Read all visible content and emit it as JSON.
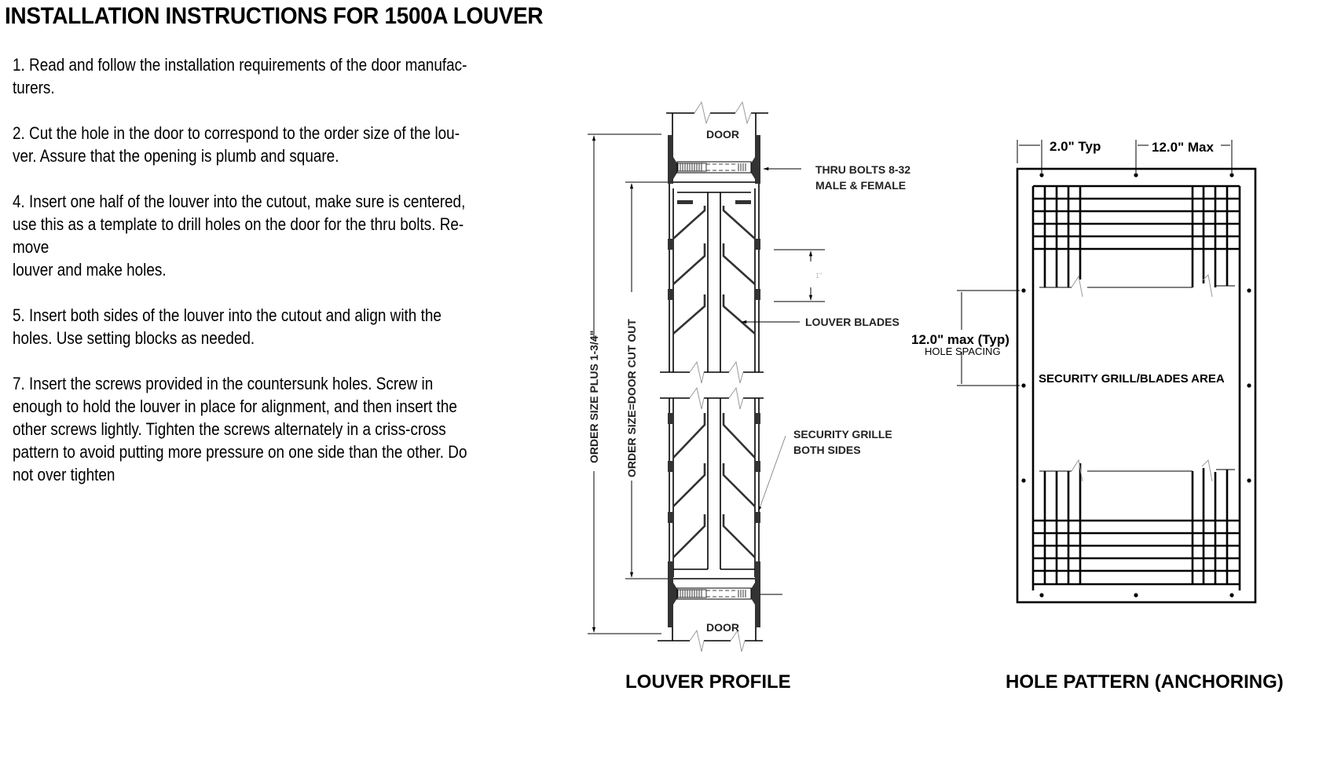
{
  "document": {
    "title": "INSTALLATION INSTRUCTIONS FOR 1500A LOUVER",
    "steps": [
      {
        "text": "1. Read and follow the installation requirements of the door manufac-\nturers."
      },
      {
        "text": "2. Cut the hole in the door to correspond to the order size of the lou-\nver. Assure that the opening is plumb and square."
      },
      {
        "text": "4. Insert one half of the louver into the cutout, make sure is centered,\nuse this as a template to drill holes on the door for the thru bolts. Re-\nmove\nlouver and make holes."
      },
      {
        "text": "5. Insert both sides of the louver into the cutout and align with the\nholes. Use setting blocks as needed."
      },
      {
        "text": "7. Insert the screws provided in the countersunk holes. Screw in\nenough to hold the louver in place for alignment, and then insert the\nother screws lightly. Tighten the screws alternately in a criss-cross\npattern to avoid putting more pressure on one side than the other. Do\nnot over tighten"
      }
    ]
  },
  "louver_profile": {
    "caption": "LOUVER PROFILE",
    "door_top_label": "DOOR",
    "door_bottom_label": "DOOR",
    "thru_bolts_line1": "THRU BOLTS 8-32",
    "thru_bolts_line2": "MALE & FEMALE",
    "louver_blades_label": "LOUVER BLADES",
    "blade_spacing_label": "1\"",
    "security_grille_line1": "SECURITY GRILLE",
    "security_grille_line2": "BOTH SIDES",
    "dim_outer_label": "ORDER SIZE PLUS 1-3/4\"",
    "dim_inner_label": "ORDER SIZE=DOOR CUT OUT"
  },
  "hole_pattern": {
    "caption": "HOLE PATTERN (ANCHORING)",
    "edge_dim_label": "2.0\" Typ",
    "spacing_dim_label": "12.0\" Max",
    "vertical_dim_label": "12.0\" max (Typ)",
    "vertical_dim_sublabel": "HOLE SPACING",
    "area_label": "SECURITY GRILL/BLADES AREA"
  },
  "colors": {
    "ink": "#000000",
    "label_ink": "#222222",
    "fill_dark": "#333333",
    "break_line": "#9a9a9a",
    "background": "#ffffff"
  }
}
